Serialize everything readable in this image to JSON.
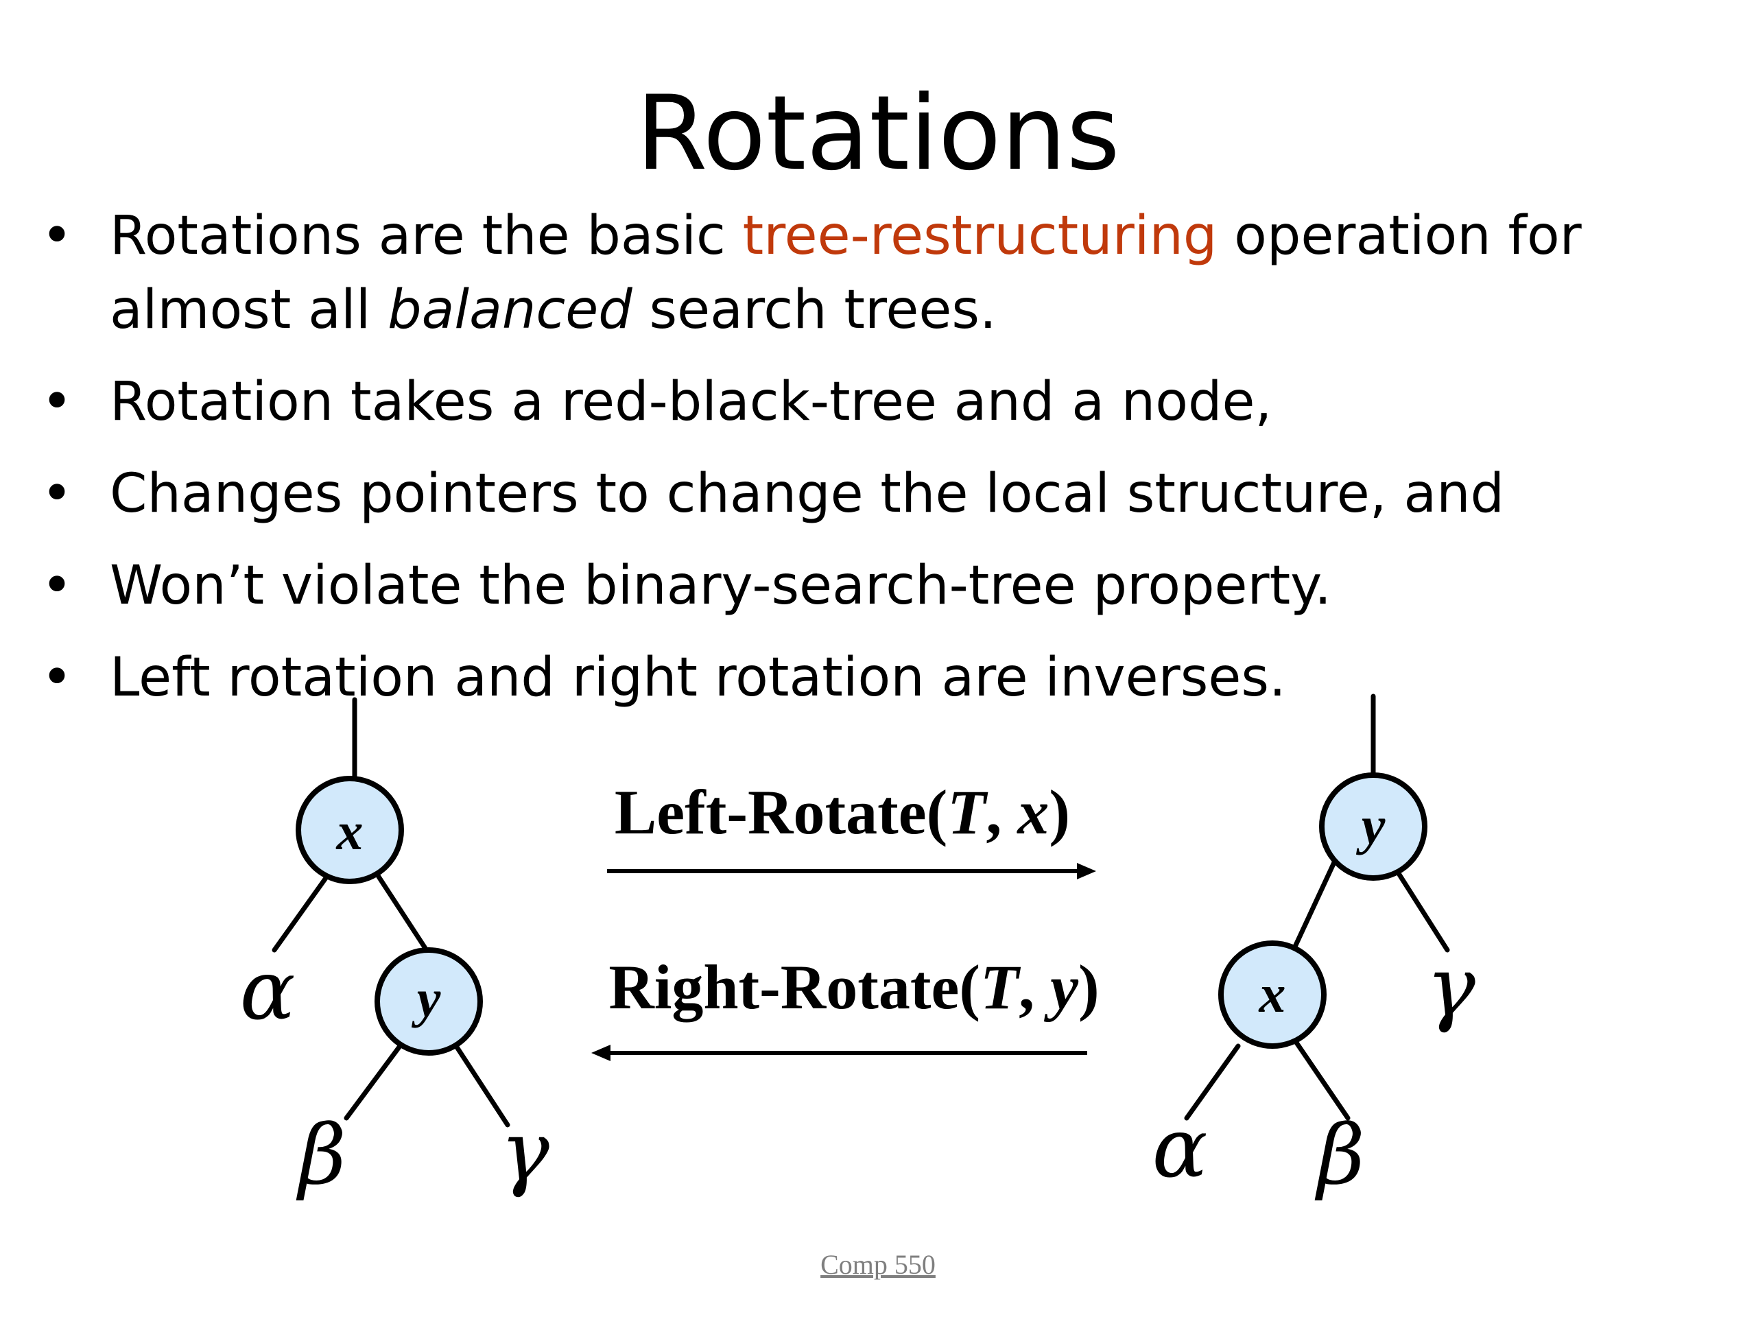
{
  "slide": {
    "title": "Rotations",
    "bullets": [
      {
        "marker": "•",
        "prefix": "Rotations are the basic ",
        "highlight": "tree-restructuring",
        "suffix": " operation for almost all ",
        "emphasis": "balanced",
        "tail": " search trees."
      },
      {
        "marker": "•",
        "text": "Rotation takes a red-black-tree and a node,"
      },
      {
        "marker": "•",
        "text": "Changes pointers to change the local structure, and"
      },
      {
        "marker": "•",
        "text": "Won’t violate the binary-search-tree property."
      },
      {
        "marker": "•",
        "text": "Left rotation and right rotation are inverses."
      }
    ],
    "colors": {
      "highlight": "#c0390b",
      "node_fill": "#d2e9fb",
      "footer": "#7f7f7f"
    },
    "footer": "Comp 550"
  },
  "diagram": {
    "left_tree": {
      "root": "x",
      "child": "y",
      "alpha": "α",
      "beta": "β",
      "gamma": "γ"
    },
    "right_tree": {
      "root": "y",
      "child": "x",
      "alpha": "α",
      "beta": "β",
      "gamma": "γ"
    },
    "left_rotate": {
      "name": "Left-Rotate(",
      "arg1": "T",
      "sep": ", ",
      "arg2": "x",
      "close": ")"
    },
    "right_rotate": {
      "name": "Right-Rotate(",
      "arg1": "T",
      "sep": ", ",
      "arg2": "y",
      "close": ")"
    }
  }
}
